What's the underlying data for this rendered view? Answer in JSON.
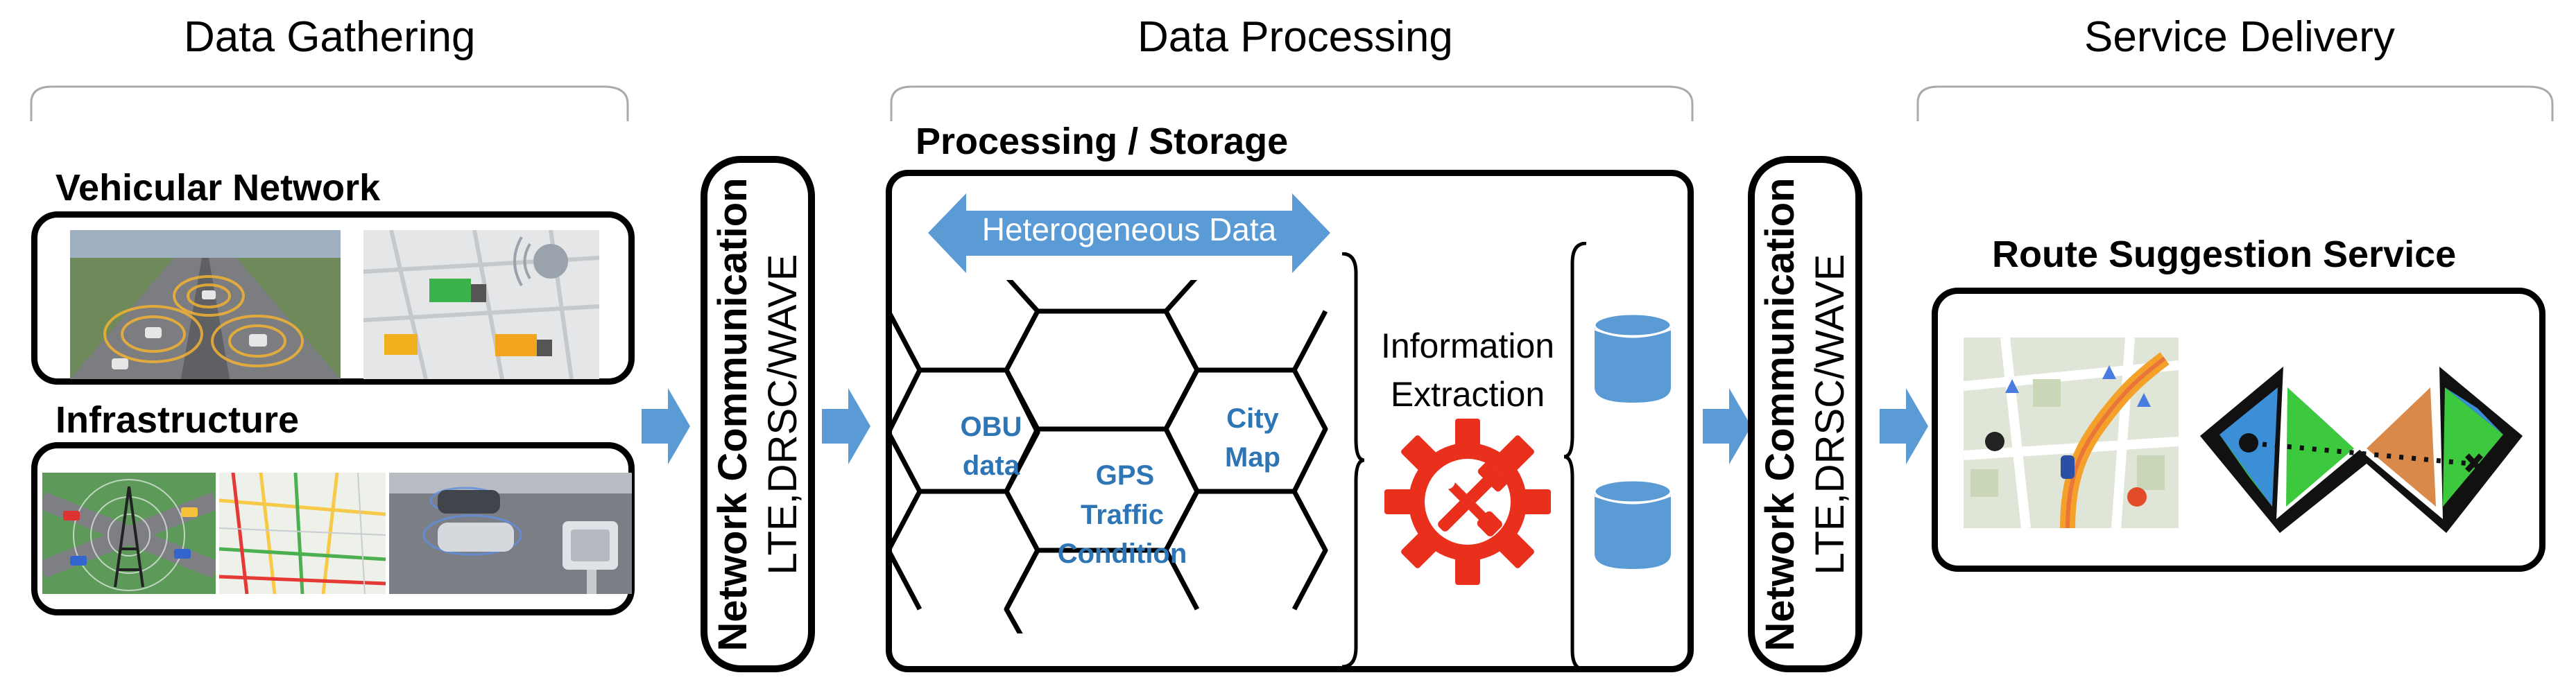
{
  "stages": {
    "gathering": "Data Gathering",
    "processing": "Data Processing",
    "delivery": "Service Delivery"
  },
  "gathering": {
    "vehicular_label": "Vehicular Network",
    "infrastructure_label": "Infrastructure"
  },
  "network": {
    "title": "Network Communication",
    "protocols": "LTE,DRSC/WAVE"
  },
  "processing": {
    "label": "Processing / Storage",
    "hetero_data": "Heterogeneous Data",
    "hexes": {
      "gps": "GPS",
      "obu_line1": "OBU",
      "obu_line2": "data",
      "city_line1": "City",
      "city_line2": "Map",
      "traffic_line1": "Traffic",
      "traffic_line2": "Condition"
    },
    "info_line1": "Information",
    "info_line2": "Extraction",
    "tool_icon": "gear-wrench-screwdriver-icon",
    "storage_icon": "database-icon"
  },
  "delivery": {
    "label": "Route Suggestion Service",
    "map_icon": "folded-map-icon"
  },
  "colors": {
    "accent_blue": "#5b9bd5",
    "hex_text_blue": "#2e75b6",
    "tool_red": "#e8301c",
    "map_green": "#3dc93d",
    "map_orange": "#d98a4a",
    "map_blue": "#3b8fd6"
  }
}
